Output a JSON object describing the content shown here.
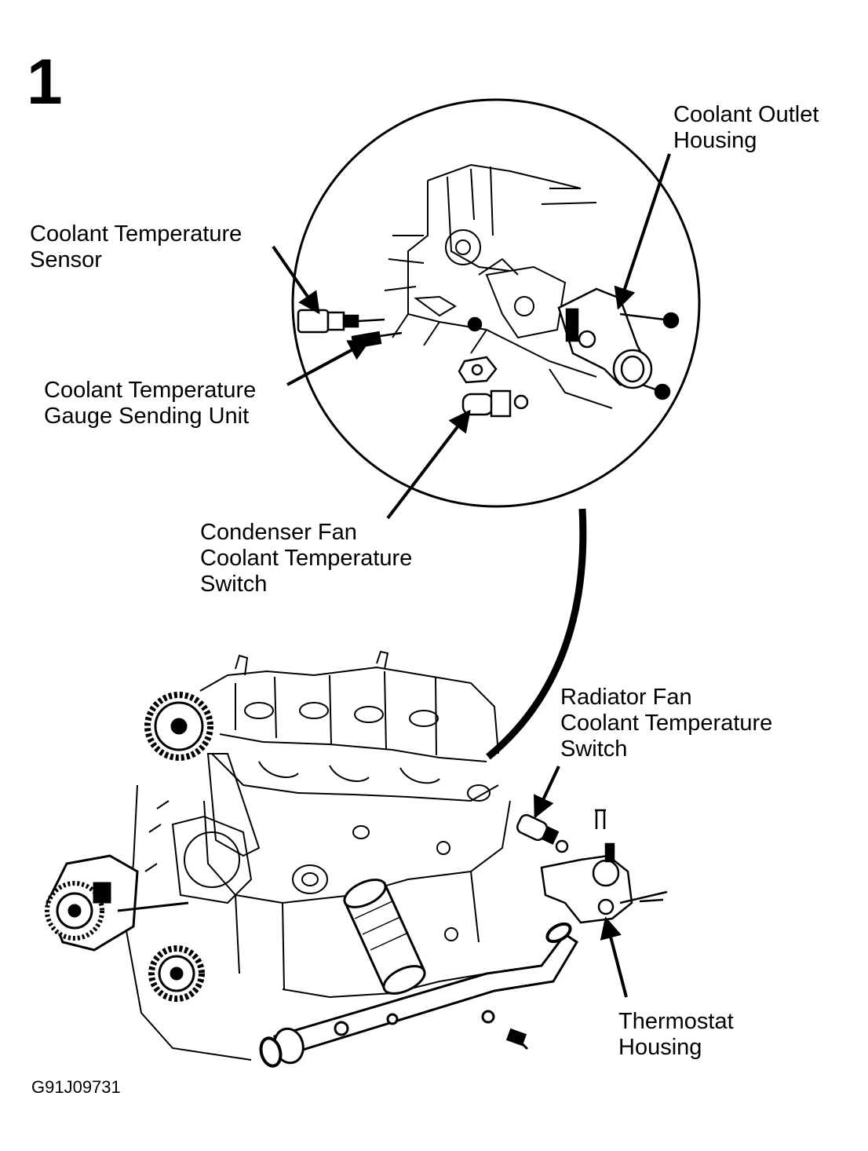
{
  "figure_number": "1",
  "figure_code": "G91J09731",
  "labels": {
    "coolant_outlet_housing": [
      "Coolant Outlet",
      "Housing"
    ],
    "coolant_temperature_sensor": [
      "Coolant Temperature",
      "Sensor"
    ],
    "gauge_sending_unit": [
      "Coolant Temperature",
      "Gauge Sending Unit"
    ],
    "condenser_fan_switch": [
      "Condenser Fan",
      "Coolant Temperature",
      "Switch"
    ],
    "radiator_fan_switch": [
      "Radiator Fan",
      "Coolant Temperature",
      "Switch"
    ],
    "thermostat_housing": [
      "Thermostat",
      "Housing"
    ]
  }
}
